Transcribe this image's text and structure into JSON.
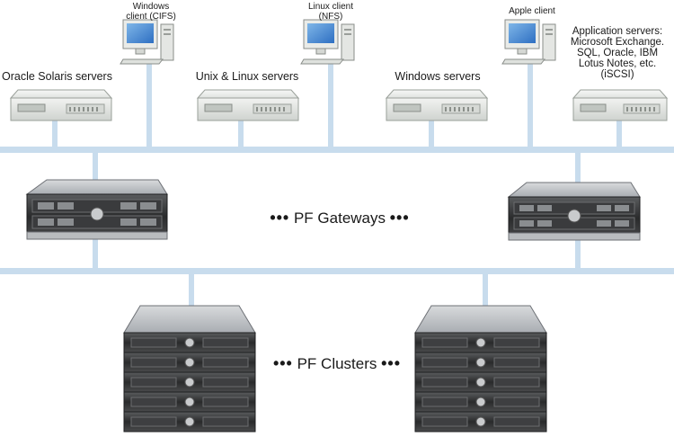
{
  "clients": {
    "windows": {
      "line1": "Windows",
      "line2": "client (CIFS)"
    },
    "linux": {
      "line1": "Linux client",
      "line2": "(NFS)"
    },
    "apple": {
      "line1": "Apple client"
    }
  },
  "servers": {
    "solaris": "Oracle Solaris servers",
    "unix": "Unix & Linux servers",
    "windows": "Windows servers",
    "app": [
      "Application servers:",
      "Microsoft Exchange.",
      "SQL, Oracle, IBM",
      "Lotus Notes, etc.",
      "(iSCSI)"
    ]
  },
  "gateways": {
    "ellipsis": "•••",
    "label": "PF Gateways"
  },
  "clusters": {
    "ellipsis": "•••",
    "label": "PF Clusters"
  },
  "colors": {
    "network_line": "#c8dced",
    "server_body": "#eef0ee",
    "rack_dark": "#2e2e2e"
  }
}
